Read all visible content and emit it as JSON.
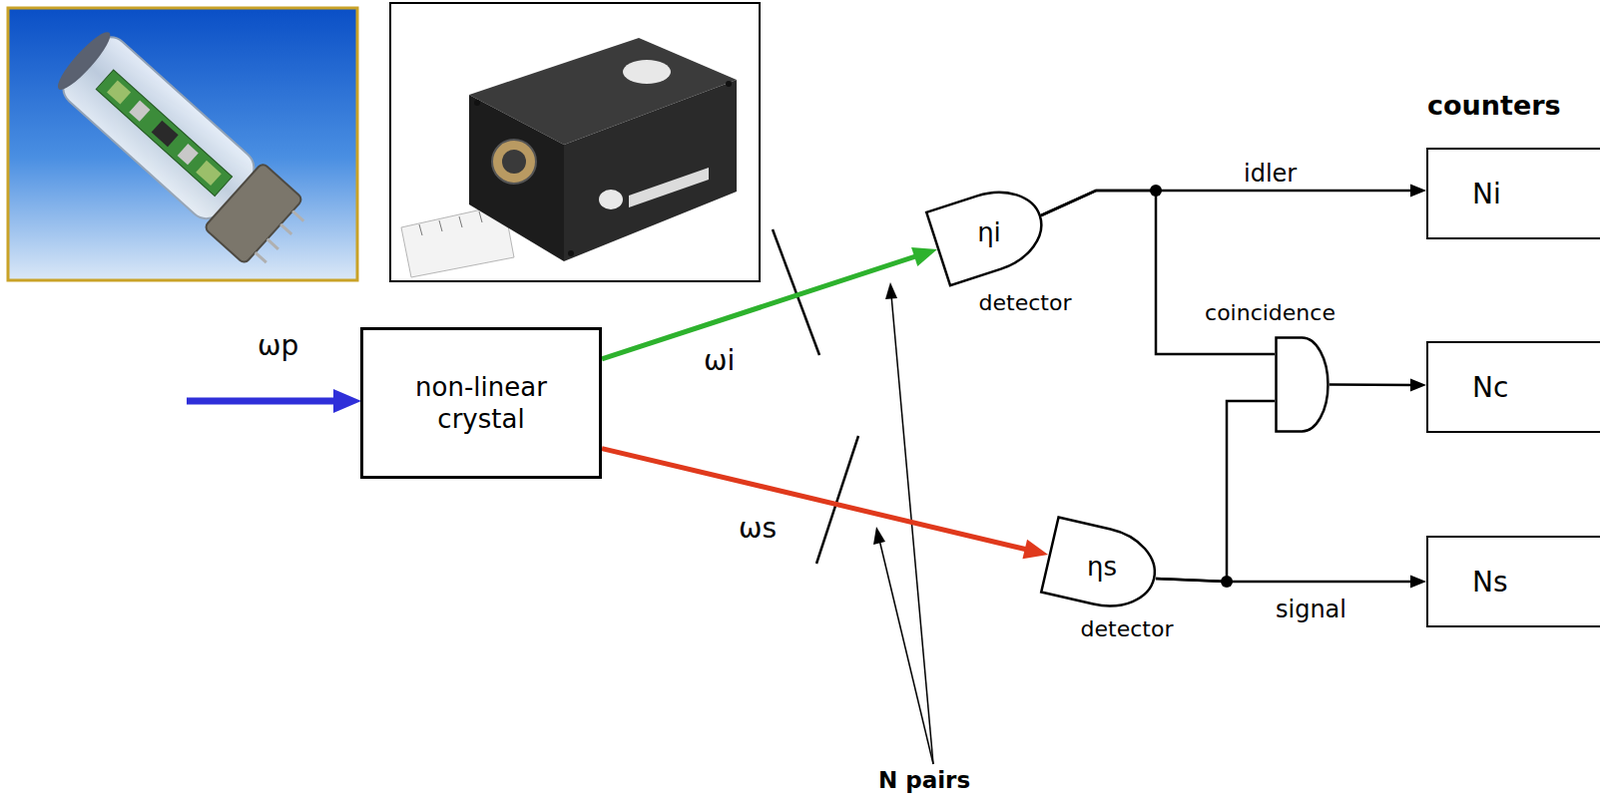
{
  "diagram": {
    "nodes": [
      {
        "text": [
          "non-linear crystal"
        ]
      },
      {
        "text": [
          "ηi",
          "detector"
        ]
      },
      {
        "text": [
          "ηs",
          "detector"
        ]
      },
      {
        "text": [
          "coincidence"
        ]
      },
      {
        "text": [
          "Ni"
        ]
      },
      {
        "text": [
          "Nc"
        ]
      },
      {
        "text": [
          "Ns"
        ]
      }
    ],
    "edges": [
      {
        "from": 0,
        "to": 1,
        "arrow": "to",
        "label": "ωi"
      },
      {
        "from": 0,
        "to": 2,
        "arrow": "to",
        "label": "ωs"
      },
      {
        "from": 1,
        "to": 4,
        "arrow": "to",
        "label": "idler"
      },
      {
        "from": 1,
        "to": 3,
        "arrow": "none"
      },
      {
        "from": 2,
        "to": 6,
        "arrow": "to",
        "label": "signal"
      },
      {
        "from": 2,
        "to": 3,
        "arrow": "none"
      },
      {
        "from": 3,
        "to": 5,
        "arrow": "to"
      }
    ],
    "labels": [
      "ωp",
      "counters",
      "N pairs"
    ]
  }
}
